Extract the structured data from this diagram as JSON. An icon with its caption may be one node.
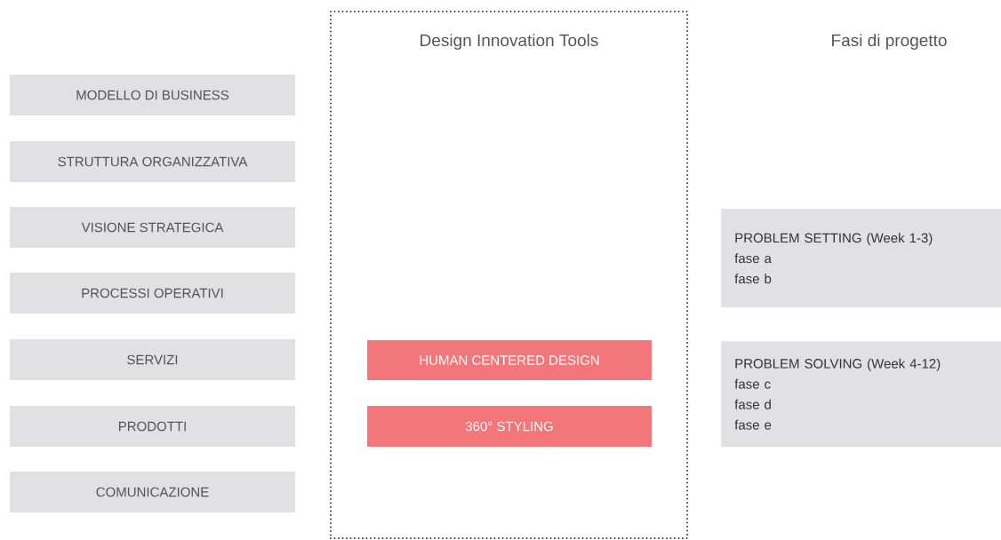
{
  "diagram": {
    "nodes": [
      {
        "text": [
          "MODELLO DI BUSINESS"
        ]
      },
      {
        "text": [
          "STRUTTURA ORGANIZZATIVA"
        ]
      },
      {
        "text": [
          "VISIONE STRATEGICA"
        ]
      },
      {
        "text": [
          "PROCESSI OPERATIVI"
        ]
      },
      {
        "text": [
          "SERVIZI"
        ]
      },
      {
        "text": [
          "PRODOTTI"
        ]
      },
      {
        "text": [
          "COMUNICAZIONE"
        ]
      },
      {
        "text": [
          "Design Innovation Tools"
        ]
      },
      {
        "text": [
          "HUMAN CENTERED DESIGN"
        ],
        "in": 7
      },
      {
        "text": [
          "360° STYLING"
        ],
        "in": 7
      },
      {
        "text": [
          "PROBLEM SETTING (Week 1-3)",
          "fase a",
          "fase b"
        ]
      },
      {
        "text": [
          "PROBLEM SOLVING (Week 4-12)",
          "fase c",
          "fase d",
          "fase e"
        ]
      }
    ],
    "labels": [
      "Fasi di progetto"
    ]
  }
}
